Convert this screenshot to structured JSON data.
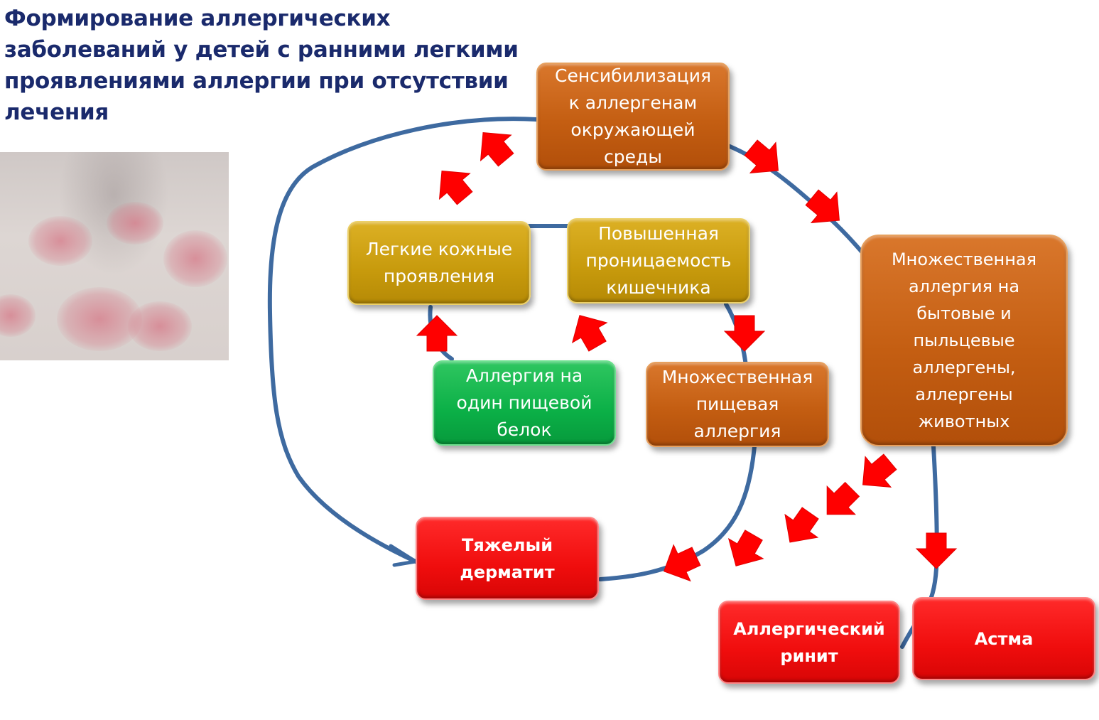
{
  "title": "Формирование аллергических\nзаболеваний у детей с ранними легкими\nпроявлениями аллергии при отсутствии\nлечения",
  "boxes": {
    "sensitization": "Сенсибилизация\nк аллергенам\nокружающей\nсреды",
    "mild_skin": "Легкие кожные\nпроявления",
    "permeability": "Повышенная\nпроницаемость\nкишечника",
    "one_food_protein": "Аллергия на\nодин пищевой\nбелок",
    "multi_food": "Множественная\nпищевая\nаллергия",
    "multi_household": "Множественная\nаллергия на\nбытовые и\nпыльцевые\nаллергены,\nаллергены\nживотных",
    "severe_dermatitis": "Тяжелый\nдерматит",
    "allergic_rhinitis": "Аллергический\nринит",
    "asthma": "Астма"
  },
  "colors": {
    "orange": "#c45e12",
    "yellow": "#c79a0c",
    "green": "#0bb047",
    "red": "#f00d0d",
    "connector": "#3e6aa0",
    "arrow": "#ff0000",
    "title": "#1a2a6c"
  },
  "icons": {
    "arrow": "block-arrow-icon"
  }
}
